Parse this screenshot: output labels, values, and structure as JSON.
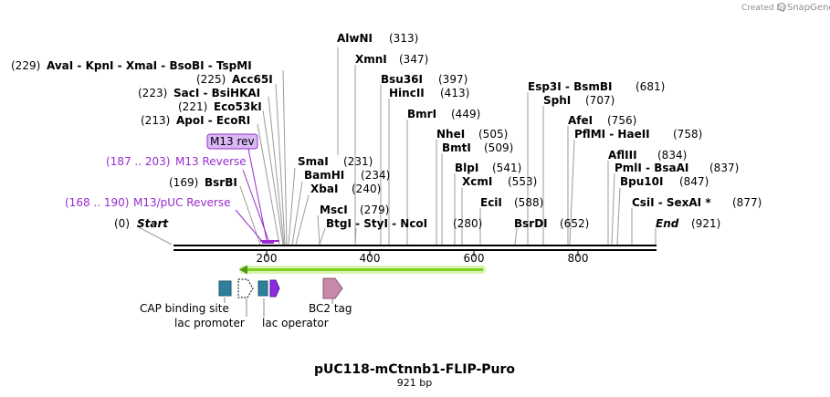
{
  "header": {
    "credit": "Created by",
    "brand": "SnapGene"
  },
  "plasmid": {
    "name": "pUC118-mCtnnb1-FLIP-Puro",
    "length_label": "921 bp"
  },
  "ruler": {
    "ticks": [
      "200",
      "400",
      "600",
      "800"
    ]
  },
  "sites": [
    {
      "text": "AlwNI",
      "pos": "(313)"
    },
    {
      "text": "XmnI",
      "pos": "(347)"
    },
    {
      "text": "Bsu36I",
      "pos": "(397)"
    },
    {
      "text": "HincII",
      "pos": "(413)"
    },
    {
      "text": "BmrI",
      "pos": "(449)"
    },
    {
      "text": "NheI",
      "pos": "(505)"
    },
    {
      "text": "BmtI",
      "pos": "(509)"
    },
    {
      "text": "BlpI",
      "pos": "(541)"
    },
    {
      "text": "XcmI",
      "pos": "(553)"
    },
    {
      "text": "EciI",
      "pos": "(588)"
    },
    {
      "text": "Esp3I  -  BsmBI",
      "pos": "(681)"
    },
    {
      "text": "SphI",
      "pos": "(707)"
    },
    {
      "text": "AfeI",
      "pos": "(756)"
    },
    {
      "text": "PflMI  -  HaeII",
      "pos": "(758)"
    },
    {
      "text": "AflIII",
      "pos": "(834)"
    },
    {
      "text": "PmlI  -  BsaAI",
      "pos": "(837)"
    },
    {
      "text": "Bpu10I",
      "pos": "(847)"
    },
    {
      "text": "CsiI  -  SexAI *",
      "pos": "(877)"
    },
    {
      "text": "SmaI",
      "pos": "(231)"
    },
    {
      "text": "BamHI",
      "pos": "(234)"
    },
    {
      "text": "XbaI",
      "pos": "(240)"
    },
    {
      "text": "MscI",
      "pos": "(279)"
    },
    {
      "text": "BtgI  -  StyI  -  NcoI",
      "pos": "(280)"
    },
    {
      "text": "BsrDI",
      "pos": "(652)"
    },
    {
      "text": "End",
      "pos": "(921)"
    }
  ],
  "left_sites": [
    {
      "pos": "(229)",
      "text": "AvaI  -  KpnI  -  XmaI  -  BsoBI  -  TspMI"
    },
    {
      "pos": "(225)",
      "text": "Acc65I"
    },
    {
      "pos": "(223)",
      "text": "SacI  -  BsiHKAI"
    },
    {
      "pos": "(221)",
      "text": "Eco53kI"
    },
    {
      "pos": "(213)",
      "text": "ApoI  -  EcoRI"
    },
    {
      "pos": "(169)",
      "text": "BsrBI"
    },
    {
      "pos": "(0)",
      "text": "Start"
    }
  ],
  "primers": {
    "m13_rev_box": "M13 rev",
    "m13_reverse": {
      "range": "(187 .. 203)",
      "name": "M13 Reverse"
    },
    "m13_puc_reverse": {
      "range": "(168 .. 190)",
      "name": "M13/pUC Reverse"
    }
  },
  "features": {
    "cap_binding_site": "CAP binding site",
    "lac_promoter": "lac promoter",
    "lac_operator": "lac operator",
    "bc2_tag": "BC2 tag"
  },
  "colors": {
    "primer_purple": "#9a2bd0",
    "primer_fill": "#d9b8f5",
    "cap_teal": "#2f7f9a",
    "lac_operator_violet": "#8a2be2",
    "bc2_pink": "#c88aa8",
    "orf_green": "#7bd11c",
    "orf_glow": "#d9f3b0"
  }
}
